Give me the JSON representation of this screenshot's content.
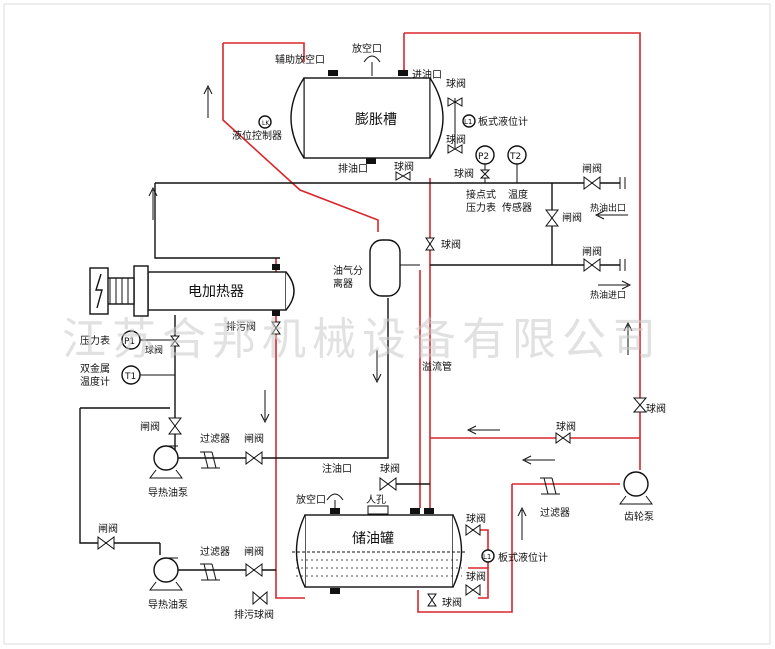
{
  "watermark": "江苏合邦机械设备有限公司",
  "equipment": {
    "expansion_tank": "膨胀槽",
    "electric_heater": "电加热器",
    "oil_gas_separator_line1": "油气分",
    "oil_gas_separator_line2": "离器",
    "storage_tank": "储油罐",
    "pump_upper": "导热油泵",
    "pump_lower": "导热油泵",
    "gear_pump": "齿轮泵"
  },
  "labels": {
    "vent_top": "放空口",
    "aux_vent": "辅助放空口",
    "oil_inlet_top": "进油口",
    "oil_drain": "排油口",
    "level_controller": "液位控制器",
    "plate_level_gauge_top": "板式液位计",
    "contact_pressure_line1": "接点式",
    "contact_pressure_line2": "压力表",
    "temp_sensor_line1": "温度",
    "temp_sensor_line2": "传感器",
    "hot_oil_outlet": "热油出口",
    "hot_oil_inlet": "热油进口",
    "drain_valve_heater": "排污阀",
    "pressure_gauge": "压力表",
    "bimetal_line1": "双金属",
    "bimetal_line2": "温度计",
    "overflow_pipe": "溢流管",
    "oil_fill": "注油口",
    "vent_storage": "放空口",
    "manhole": "人孔",
    "plate_level_gauge_bottom": "板式液位计",
    "filter_right": "过滤器",
    "filter_upper": "过滤器",
    "filter_lower": "过滤器",
    "drain_ball_valve": "排污球阀",
    "ball_valve": "球阀",
    "gate_valve": "闸阀"
  },
  "instruments": {
    "L1_top": "L1",
    "L1_bottom": "L1",
    "LK": "LK",
    "P2": "P2",
    "T2": "T2",
    "P1": "P1",
    "T1": "T1"
  },
  "colors": {
    "red_pipe": "#d8262b",
    "black_pipe": "#111111",
    "watermark": "#c9c9c9"
  }
}
